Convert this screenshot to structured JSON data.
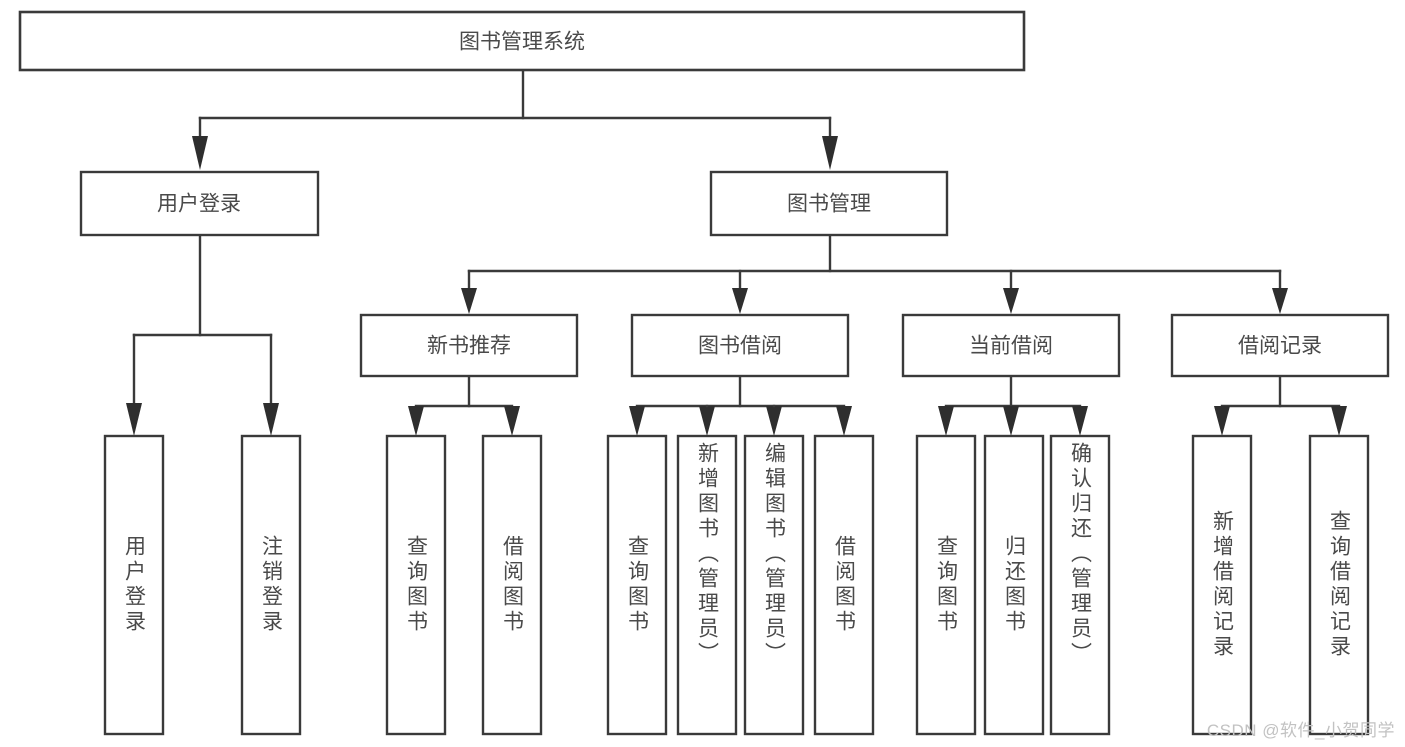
{
  "diagram": {
    "type": "tree",
    "title": "图书管理系统",
    "watermark": "CSDN @软件_小贺同学",
    "colors": {
      "stroke": "#3a3a3a",
      "text": "#4a4a4a",
      "background": "#ffffff",
      "watermark": "#c2c2c2"
    },
    "root": {
      "label": "图书管理系统"
    },
    "level2": [
      {
        "label": "用户登录"
      },
      {
        "label": "图书管理"
      }
    ],
    "level3": [
      {
        "label": "新书推荐"
      },
      {
        "label": "图书借阅"
      },
      {
        "label": "当前借阅"
      },
      {
        "label": "借阅记录"
      }
    ],
    "leaves": {
      "user_login": [
        {
          "label": "用户登录"
        },
        {
          "label": "注销登录"
        }
      ],
      "new_book_recommend": [
        {
          "label": "查询图书"
        },
        {
          "label": "借阅图书"
        }
      ],
      "book_borrow": [
        {
          "label": "查询图书"
        },
        {
          "label": "新增图书（管理员）"
        },
        {
          "label": "编辑图书（管理员）"
        },
        {
          "label": "借阅图书"
        }
      ],
      "current_borrow": [
        {
          "label": "查询图书"
        },
        {
          "label": "归还图书"
        },
        {
          "label": "确认归还（管理员）"
        }
      ],
      "borrow_record": [
        {
          "label": "新增借阅记录"
        },
        {
          "label": "查询借阅记录"
        }
      ]
    }
  }
}
